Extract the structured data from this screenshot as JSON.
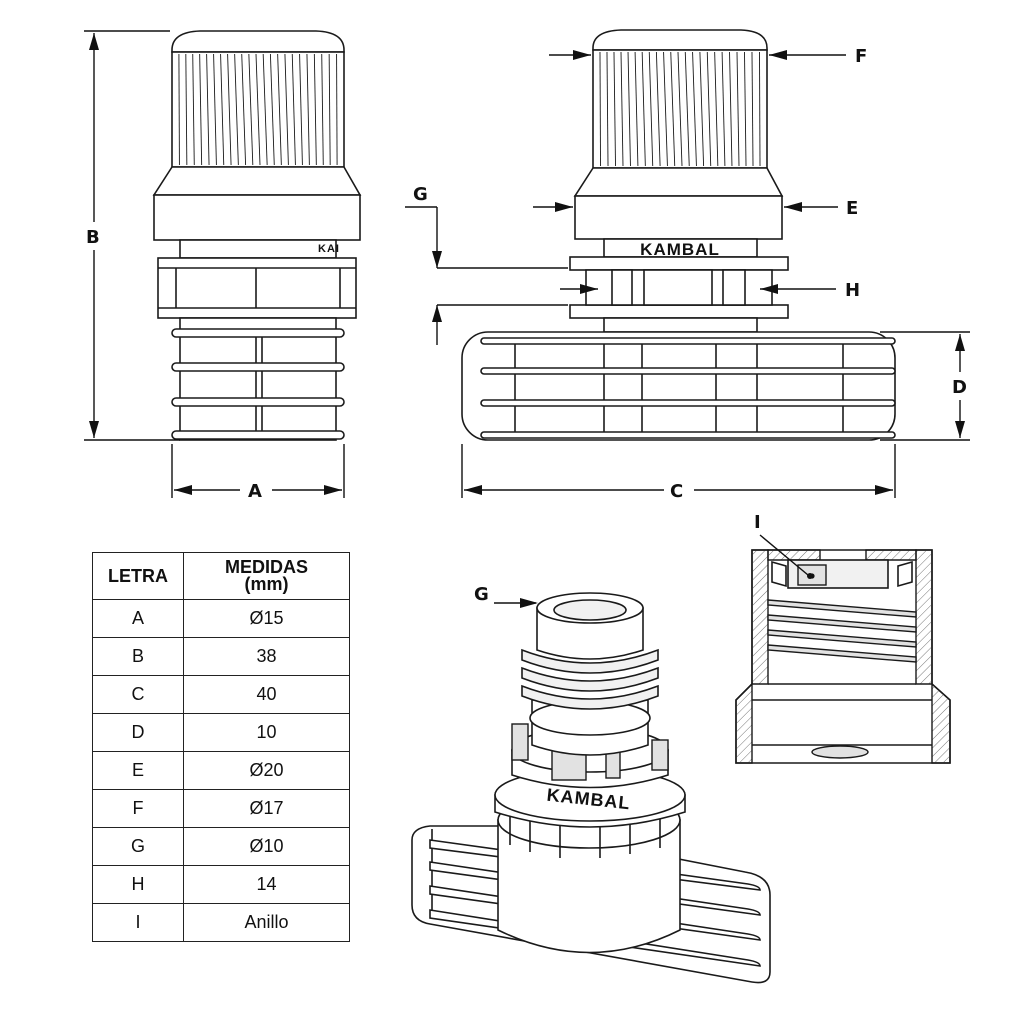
{
  "labels": {
    "A": "A",
    "B": "B",
    "C": "C",
    "D": "D",
    "E": "E",
    "F": "F",
    "G": "G",
    "H": "H",
    "I": "I"
  },
  "brand": "KAMBAL",
  "brand_small": "KAI",
  "table": {
    "header_letter": "LETRA",
    "header_measure_line1": "MEDIDAS",
    "header_measure_line2": "(mm)",
    "rows": [
      {
        "letter": "A",
        "value": "Ø15"
      },
      {
        "letter": "B",
        "value": "38"
      },
      {
        "letter": "C",
        "value": "40"
      },
      {
        "letter": "D",
        "value": "10"
      },
      {
        "letter": "E",
        "value": "Ø20"
      },
      {
        "letter": "F",
        "value": "Ø17"
      },
      {
        "letter": "G",
        "value": "Ø10"
      },
      {
        "letter": "H",
        "value": "14"
      },
      {
        "letter": "I",
        "value": "Anillo"
      }
    ]
  }
}
